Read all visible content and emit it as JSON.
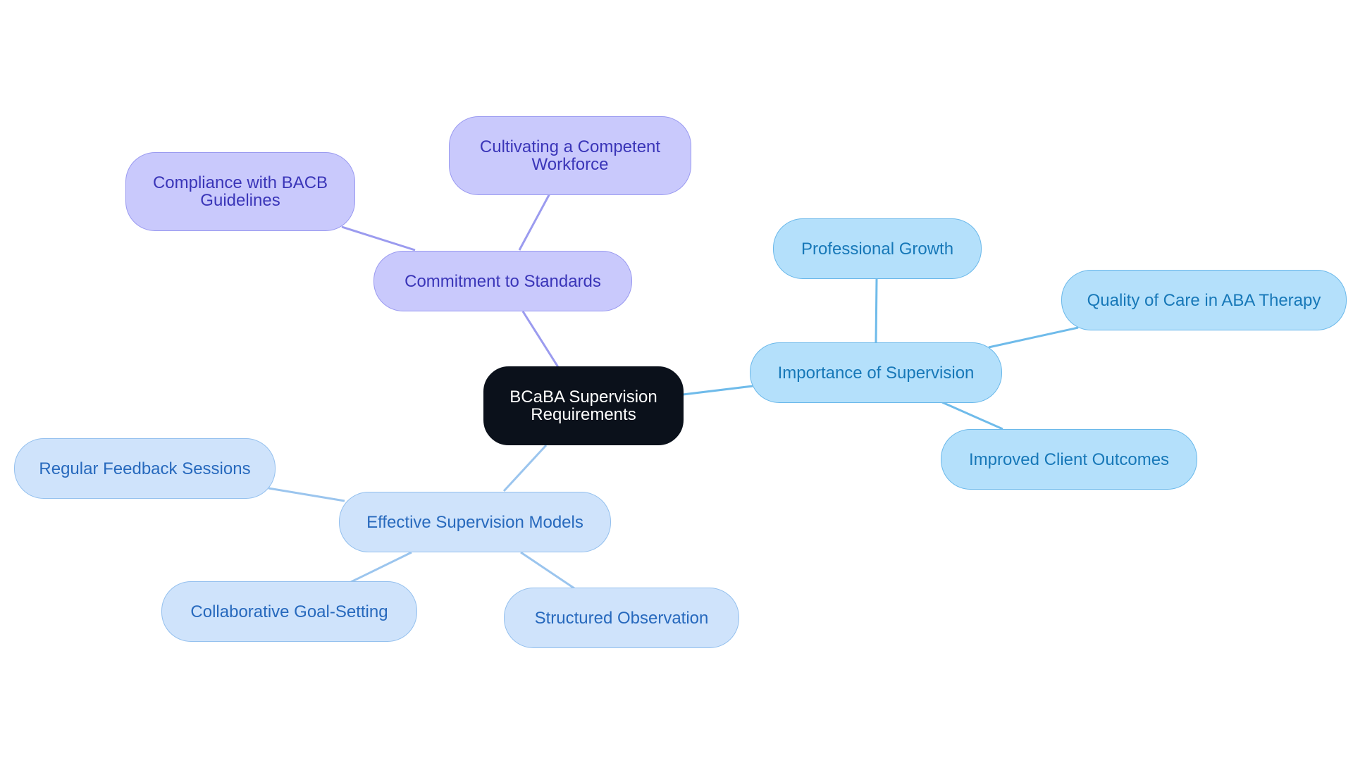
{
  "diagram": {
    "type": "mind-map",
    "colors": {
      "root_fill": "#0b111b",
      "root_text": "#ffffff",
      "purple_fill": "#c9c9fc",
      "purple_border": "#9a9af0",
      "purple_text": "#3a35b8",
      "purple_edge": "#9b9bef",
      "cyan_fill": "#b4e0fb",
      "cyan_border": "#6ab8ea",
      "cyan_text": "#1778b8",
      "cyan_edge": "#6fbbea",
      "lightblue_fill": "#cfe3fb",
      "lightblue_border": "#94c0ee",
      "lightblue_text": "#2769bd",
      "lightblue_edge": "#9bc5ee"
    },
    "root": {
      "label": "BCaBA Supervision Requirements"
    },
    "branches": [
      {
        "label": "Commitment to Standards",
        "children": [
          {
            "label": "Compliance with BACB Guidelines"
          },
          {
            "label": "Cultivating a Competent Workforce"
          }
        ]
      },
      {
        "label": "Importance of Supervision",
        "children": [
          {
            "label": "Professional Growth"
          },
          {
            "label": "Quality of Care in ABA Therapy"
          },
          {
            "label": "Improved Client Outcomes"
          }
        ]
      },
      {
        "label": "Effective Supervision Models",
        "children": [
          {
            "label": "Regular Feedback Sessions"
          },
          {
            "label": "Collaborative Goal-Setting"
          },
          {
            "label": "Structured Observation"
          }
        ]
      }
    ]
  }
}
